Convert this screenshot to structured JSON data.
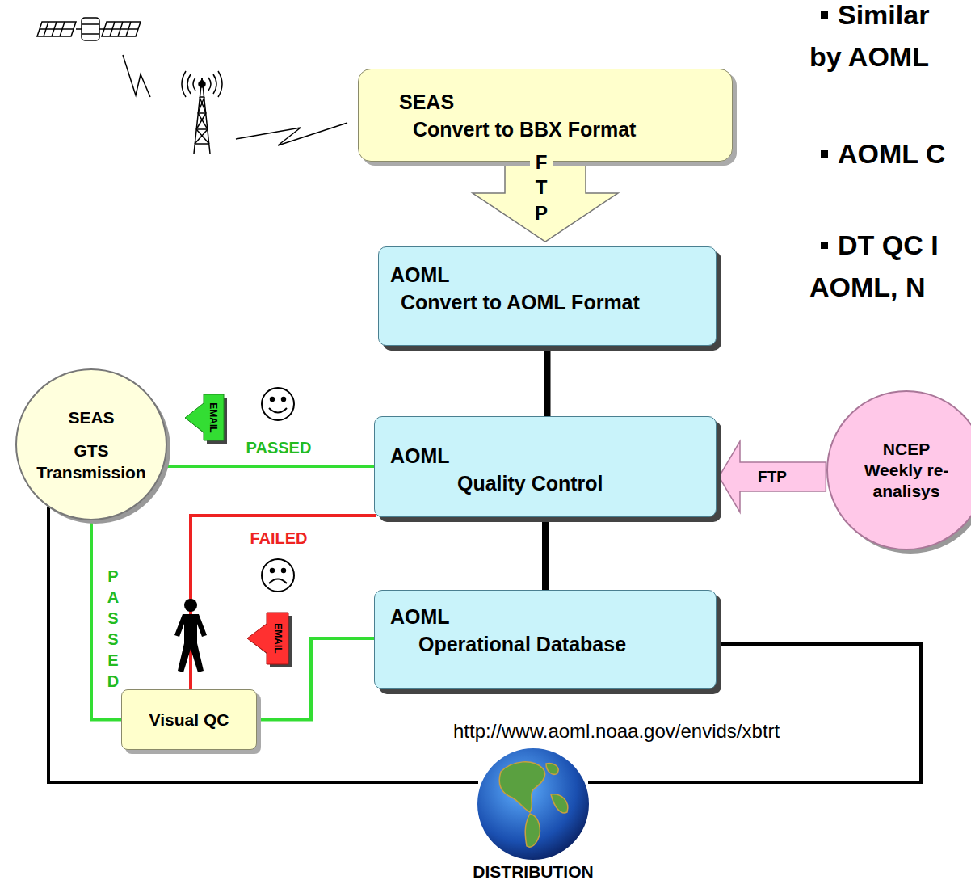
{
  "diagram": {
    "nodes": [
      {
        "text": [
          "SEAS",
          "Convert to BBX Format"
        ]
      },
      {
        "text": [
          "AOML",
          "Convert to AOML Format"
        ]
      },
      {
        "text": [
          "SEAS",
          "GTS Transmission"
        ]
      },
      {
        "text": [
          "AOML",
          "Quality Control"
        ]
      },
      {
        "text": [
          "NCEP Weekly re-analisys"
        ]
      },
      {
        "text": [
          "AOML",
          "Operational Database"
        ]
      },
      {
        "text": [
          "Visual QC"
        ]
      },
      {
        "text": [
          "DISTRIBUTION"
        ]
      }
    ],
    "edges": [
      {
        "from": 0,
        "to": 1,
        "arrow": "to",
        "label": "FTP"
      },
      {
        "from": 1,
        "to": 3,
        "arrow": "none"
      },
      {
        "from": 3,
        "to": 2,
        "arrow": "none",
        "label": "PASSED"
      },
      {
        "from": 3,
        "to": 6,
        "arrow": "none",
        "label": "FAILED"
      },
      {
        "from": 4,
        "to": 3,
        "arrow": "to",
        "label": "FTP"
      },
      {
        "from": 3,
        "to": 5,
        "arrow": "none"
      },
      {
        "from": 5,
        "to": 6,
        "arrow": "none"
      },
      {
        "from": 6,
        "to": 2,
        "arrow": "none",
        "label": "PASSED"
      },
      {
        "from": 5,
        "to": 7,
        "arrow": "none"
      },
      {
        "from": 2,
        "to": 7,
        "arrow": "none"
      }
    ],
    "labels": [
      "Similar by AOML",
      "AOML C",
      "DT QC I AOML, N",
      "EMAIL",
      "EMAIL",
      "http://www.aoml.noaa.gov/envids/xbtrt"
    ]
  }
}
